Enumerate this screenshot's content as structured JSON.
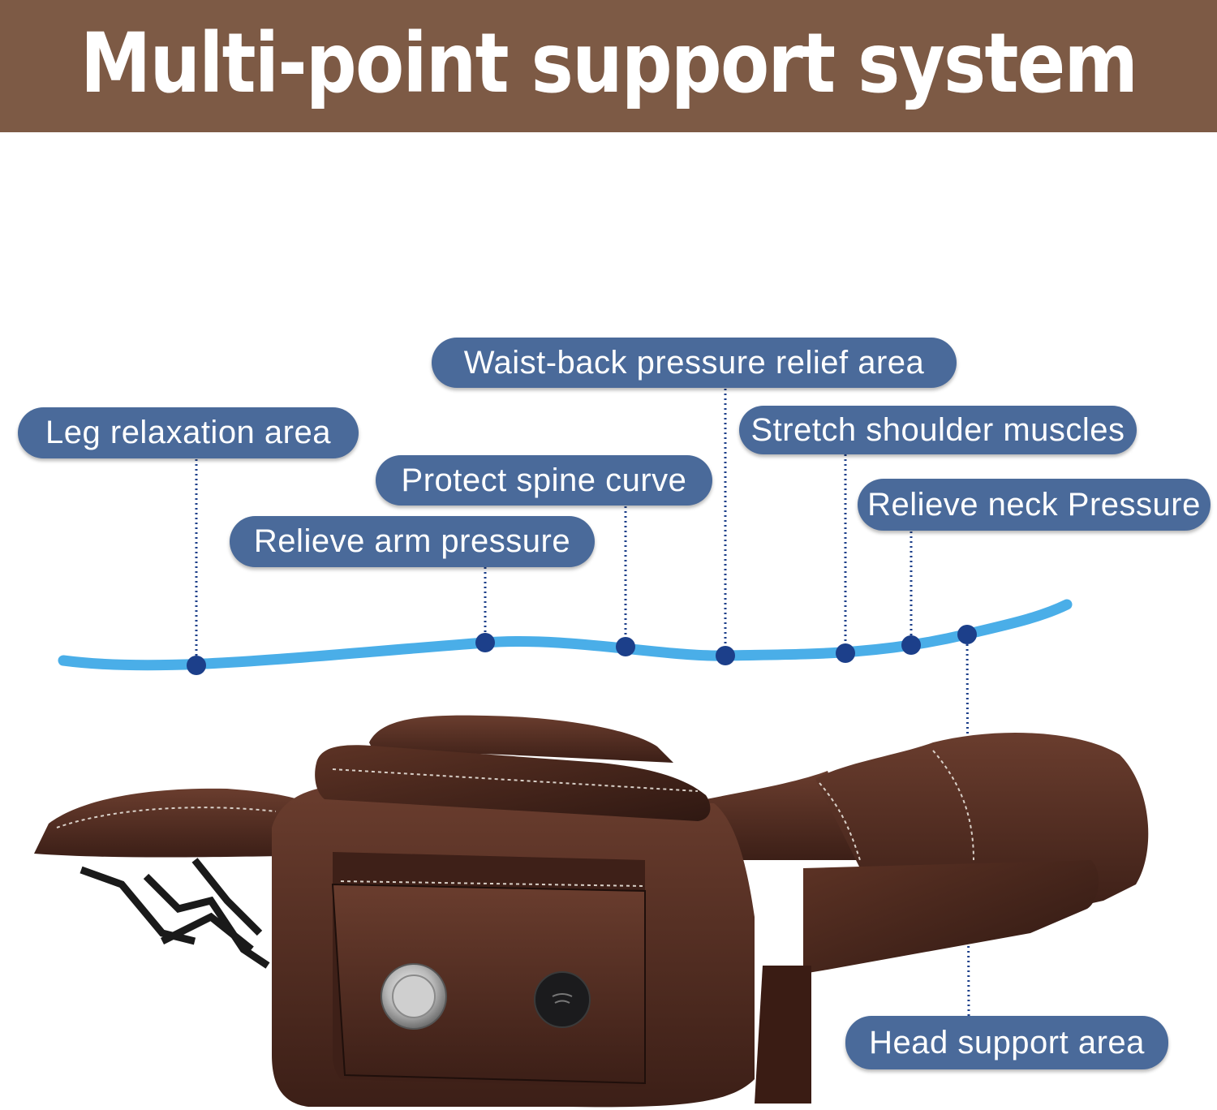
{
  "header": {
    "title": "Multi-point support system"
  },
  "callouts": {
    "waist_back": "Waist-back pressure relief area",
    "leg": "Leg relaxation area",
    "stretch_shoulder": "Stretch shoulder muscles",
    "spine": "Protect spine curve",
    "neck": "Relieve neck Pressure",
    "arm": "Relieve arm pressure",
    "head": "Head support area"
  },
  "colors": {
    "banner": "#7d5a45",
    "pill": "#4a6a9a",
    "curve": "#4aaee8",
    "dot": "#1c3f8a",
    "leather": "#4e2a20"
  }
}
